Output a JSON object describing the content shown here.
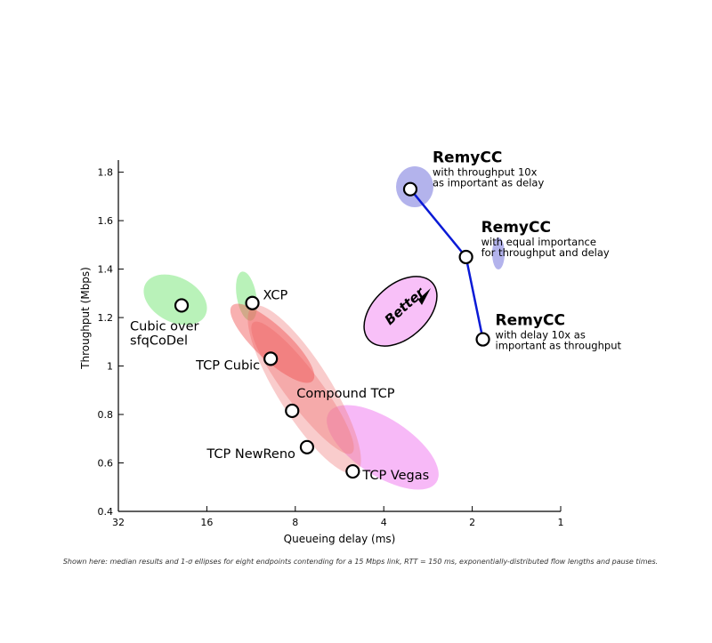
{
  "chart_data": {
    "type": "scatter",
    "xlabel": "Queueing delay (ms)",
    "ylabel": "Throughput (Mbps)",
    "x_scale": "log2-reversed",
    "xlim": [
      32,
      1
    ],
    "ylim": [
      0.4,
      1.85
    ],
    "x_ticks": [
      "32",
      "16",
      "8",
      "4",
      "2",
      "1"
    ],
    "y_ticks": [
      "0.4",
      "0.6",
      "0.8",
      "1",
      "1.2",
      "1.4",
      "1.6",
      "1.8"
    ],
    "caption": "Shown here: median results and 1-σ ellipses for eight endpoints contending for a 15 Mbps link, RTT = 150 ms, exponentially-distributed flow lengths and pause times.",
    "better_label": "Better",
    "colors": {
      "green": "#80e880",
      "red": "#f08080",
      "magenta": "#f080f0",
      "blue": "#8080e0",
      "line": "#0a1ad6",
      "better_fill": "#f8c0f8"
    },
    "points": [
      {
        "label": "Cubic over\nsfqCoDel",
        "x": 19.5,
        "y": 1.25,
        "color": "green"
      },
      {
        "label": "XCP",
        "x": 11.2,
        "y": 1.26,
        "color": "green"
      },
      {
        "label": "TCP Cubic",
        "x": 9.7,
        "y": 1.03,
        "color": "red"
      },
      {
        "label": "Compound TCP",
        "x": 8.2,
        "y": 0.815,
        "color": "red"
      },
      {
        "label": "TCP NewReno",
        "x": 7.3,
        "y": 0.665,
        "color": "red"
      },
      {
        "label": "TCP Vegas",
        "x": 5.1,
        "y": 0.565,
        "color": "magenta"
      }
    ],
    "remy_series": [
      {
        "title": "RemyCC",
        "subtitle": [
          "with throughput 10x",
          "as important as delay"
        ],
        "x": 3.25,
        "y": 1.73
      },
      {
        "title": "RemyCC",
        "subtitle": [
          "with equal importance",
          "for throughput and delay"
        ],
        "x": 2.1,
        "y": 1.45
      },
      {
        "title": "RemyCC",
        "subtitle": [
          "with delay 10x as",
          "important as throughput"
        ],
        "x": 1.84,
        "y": 1.11
      }
    ]
  }
}
